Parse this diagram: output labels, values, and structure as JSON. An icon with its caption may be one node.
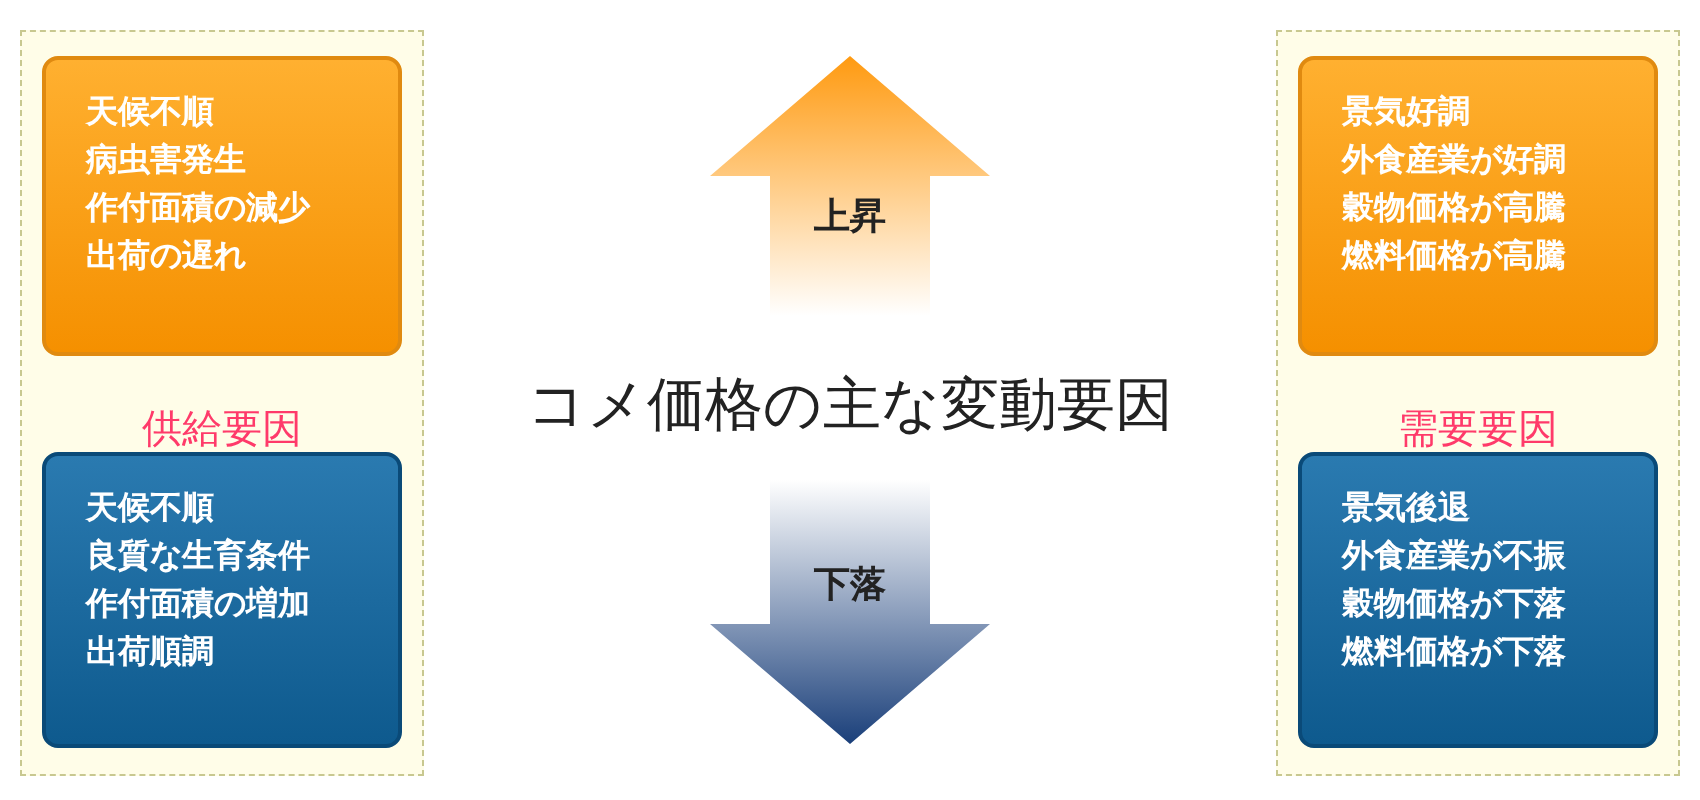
{
  "diagram": {
    "title": "コメ価格の主な変動要因",
    "nodes": [
      {
        "text": [
          "供給要因"
        ]
      },
      {
        "text": [
          "天候不順",
          "病虫害発生",
          "作付面積の減少",
          "出荷の遅れ"
        ],
        "in": 0
      },
      {
        "text": [
          "天候不順",
          "良質な生育条件",
          "作付面積の増加",
          "出荷順調"
        ],
        "in": 0
      },
      {
        "text": [
          "需要要因"
        ]
      },
      {
        "text": [
          "景気好調",
          "外食産業が好調",
          "穀物価格が高騰",
          "燃料価格が高騰"
        ],
        "in": 3
      },
      {
        "text": [
          "景気後退",
          "外食産業が不振",
          "穀物価格が下落",
          "燃料価格が下落"
        ],
        "in": 3
      },
      {
        "text": [
          "上昇"
        ]
      },
      {
        "text": [
          "下落"
        ]
      }
    ],
    "edges": []
  }
}
